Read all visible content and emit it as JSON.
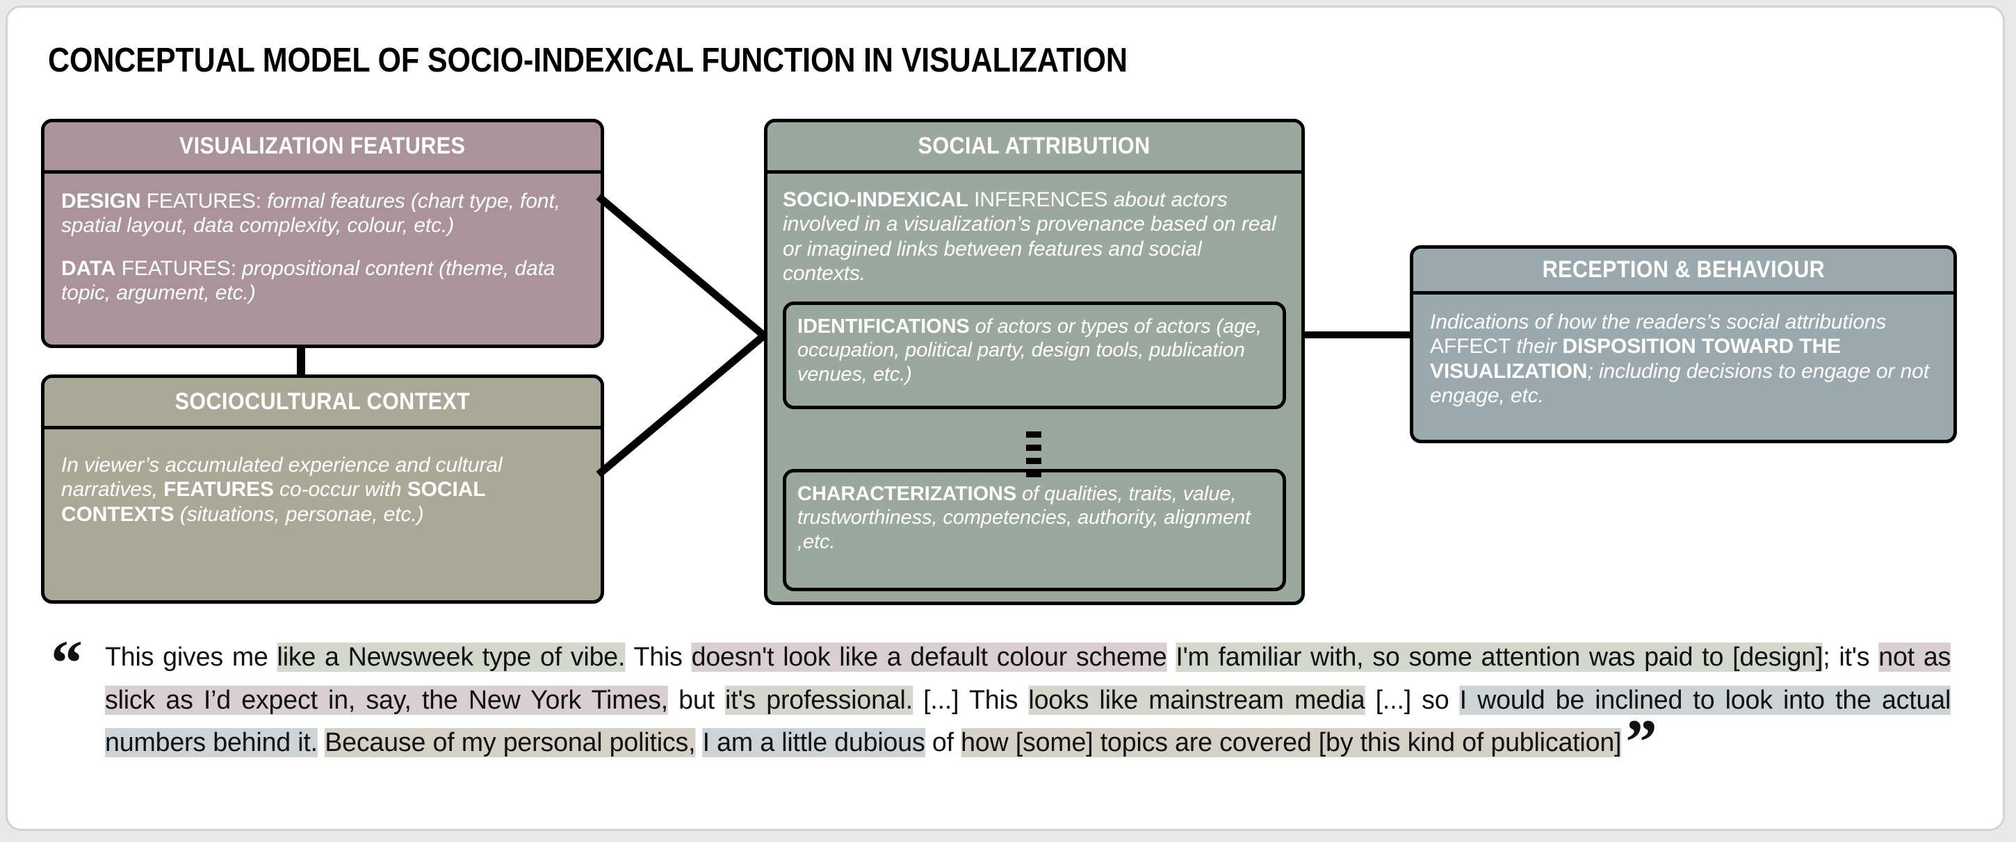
{
  "title": "CONCEPTUAL MODEL OF SOCIO-INDEXICAL FUNCTION IN VISUALIZATION",
  "colors": {
    "visualization_features": "#ab9498",
    "sociocultural_context": "#aaa896",
    "social_attribution": "#9aa89d",
    "reception_behaviour": "#9aa9ae",
    "highlight_green": "#d3d8cd",
    "highlight_pink": "#d9cfd0",
    "highlight_blue": "#ccd4d6",
    "highlight_khaki": "#d4d2c6",
    "outline": "#000000"
  },
  "boxes": {
    "visualization_features": {
      "header": "VISUALIZATION FEATURES",
      "paragraphs": [
        {
          "lead": "DESIGN",
          "lead_regular": " FEATURES:",
          "text": " formal features (chart type, font, spatial layout, data complexity, colour, etc.)"
        },
        {
          "lead": "DATA",
          "lead_regular": " FEATURES:",
          "text": " propositional content (theme, data topic, argument, etc.)"
        }
      ]
    },
    "sociocultural_context": {
      "header": "SOCIOCULTURAL CONTEXT",
      "body_parts": [
        {
          "style": "italic",
          "text": "In viewer’s accumulated experience and cultural narratives, "
        },
        {
          "style": "bold",
          "text": "FEATURES"
        },
        {
          "style": "italic",
          "text": " co-occur with "
        },
        {
          "style": "bold",
          "text": "SOCIAL CONTEXTS"
        },
        {
          "style": "italic",
          "text": " (situations, personae, etc.)"
        }
      ]
    },
    "social_attribution": {
      "header": "SOCIAL ATTRIBUTION",
      "body_parts": [
        {
          "style": "bold",
          "text": "SOCIO-INDEXICAL"
        },
        {
          "style": "caps-regular",
          "text": " INFERENCES"
        },
        {
          "style": "italic",
          "text": " about actors involved in a visualization’s provenance based on real or imagined links between features and social contexts."
        }
      ],
      "sub_boxes": [
        {
          "name": "identifications",
          "lead": "IDENTIFICATIONS",
          "text": " of actors or types of actors (age, occupation, political party, design tools, publication venues, etc.)"
        },
        {
          "name": "characterizations",
          "lead": "CHARACTERIZATIONS",
          "text": " of qualities, traits, value, trustworthiness, competencies, authority, alignment ,etc."
        }
      ],
      "connector_dots": 4
    },
    "reception_behaviour": {
      "header": "RECEPTION & BEHAVIOUR",
      "body_parts": [
        {
          "style": "italic",
          "text": "Indications of how the readers’s social attributions "
        },
        {
          "style": "caps-regular",
          "text": "AFFECT"
        },
        {
          "style": "italic",
          "text": " their "
        },
        {
          "style": "bold",
          "text": "DISPOSITION TOWARD THE VISUALIZATION"
        },
        {
          "style": "italic",
          "text": "; including decisions to engage or not engage, etc."
        }
      ]
    }
  },
  "quote": {
    "open_mark": "“",
    "close_mark": "”",
    "segments": [
      {
        "text": "This gives me ",
        "highlight": "none"
      },
      {
        "text": "like a Newsweek type of vibe.",
        "highlight": "green"
      },
      {
        "text": " This ",
        "highlight": "none"
      },
      {
        "text": "doesn't look like a default colour scheme",
        "highlight": "pink"
      },
      {
        "text": " ",
        "highlight": "none"
      },
      {
        "text": "I'm familiar with, so some attention was paid to [design]",
        "highlight": "green"
      },
      {
        "text": "; it's ",
        "highlight": "none"
      },
      {
        "text": "not as slick as I’d expect in, say, the New York Times,",
        "highlight": "pink"
      },
      {
        "text": " but ",
        "highlight": "none"
      },
      {
        "text": "it's professional.",
        "highlight": "green"
      },
      {
        "text": " [...] This ",
        "highlight": "none"
      },
      {
        "text": "looks like mainstream media",
        "highlight": "green"
      },
      {
        "text": " [...] so ",
        "highlight": "none"
      },
      {
        "text": "I would be inclined to look into the actual numbers behind it.",
        "highlight": "blue"
      },
      {
        "text": " ",
        "highlight": "none"
      },
      {
        "text": "Because of my personal politics,",
        "highlight": "khaki"
      },
      {
        "text": " ",
        "highlight": "none"
      },
      {
        "text": "I am a little dubious",
        "highlight": "blue"
      },
      {
        "text": " of ",
        "highlight": "none"
      },
      {
        "text": "how [some] topics are covered [by this kind of publication]",
        "highlight": "khaki"
      }
    ]
  }
}
